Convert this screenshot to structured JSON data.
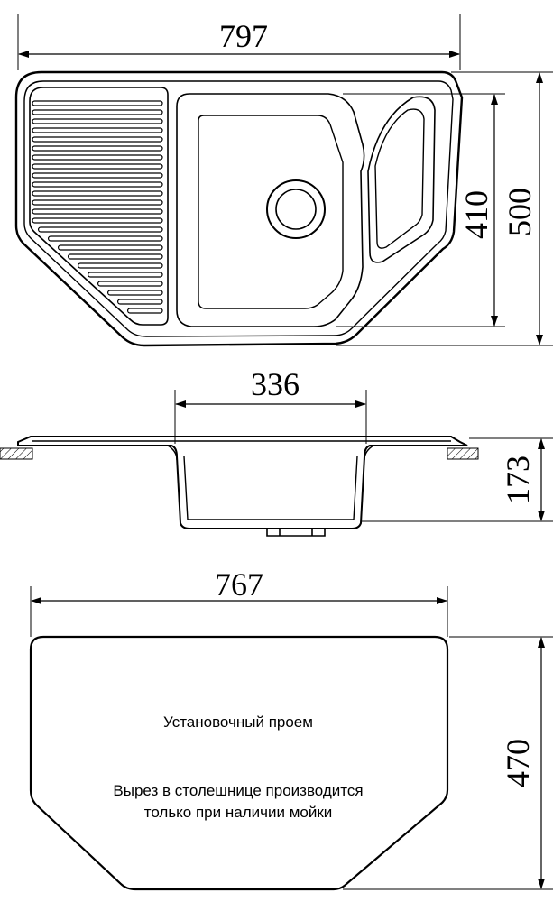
{
  "top_view": {
    "overall_width": "797",
    "bowl_depth": "410",
    "overall_depth": "500"
  },
  "section_view": {
    "bowl_width": "336",
    "bowl_height": "173"
  },
  "cutout_view": {
    "cutout_width": "767",
    "cutout_depth": "470",
    "label": "Установочный проем",
    "note_line1": "Вырез в столешнице производится",
    "note_line2": "только при наличии мойки"
  }
}
